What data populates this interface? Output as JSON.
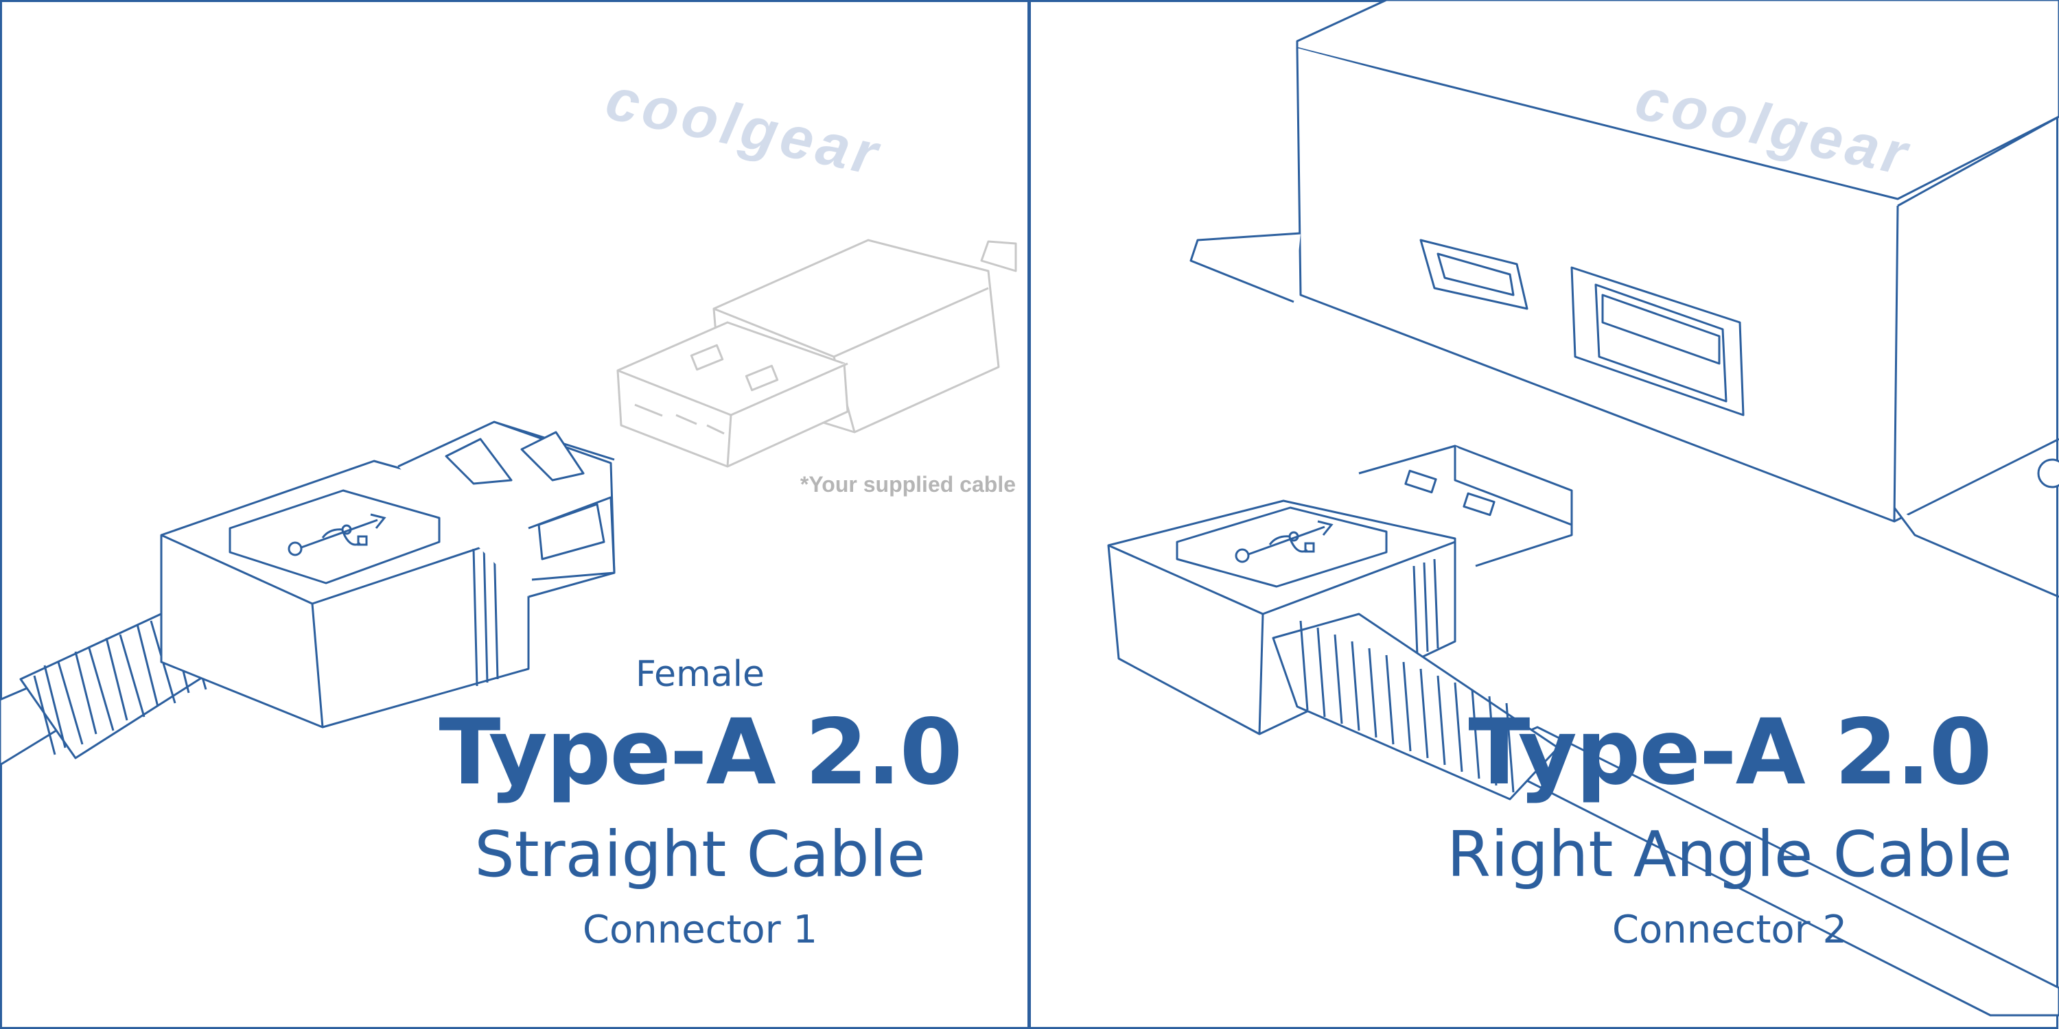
{
  "left_panel": {
    "logo_text": "coolgear",
    "cable_note": "*Your supplied cable",
    "gender": "Female",
    "connector_type": "Type-A 2.0",
    "cable_style": "Straight Cable",
    "connector_label": "Connector 1"
  },
  "right_panel": {
    "logo_text": "coolgear",
    "connector_type": "Type-A 2.0",
    "cable_style": "Right Angle Cable",
    "connector_label": "Connector 2"
  },
  "colors": {
    "line": "#2c5f9e",
    "text": "#2c5f9e",
    "supplied_cable": "#c8c8c8",
    "logo": "#d3dceb",
    "border": "#2c5f9e"
  },
  "icons": [
    "usb-icon",
    "usb-icon"
  ]
}
